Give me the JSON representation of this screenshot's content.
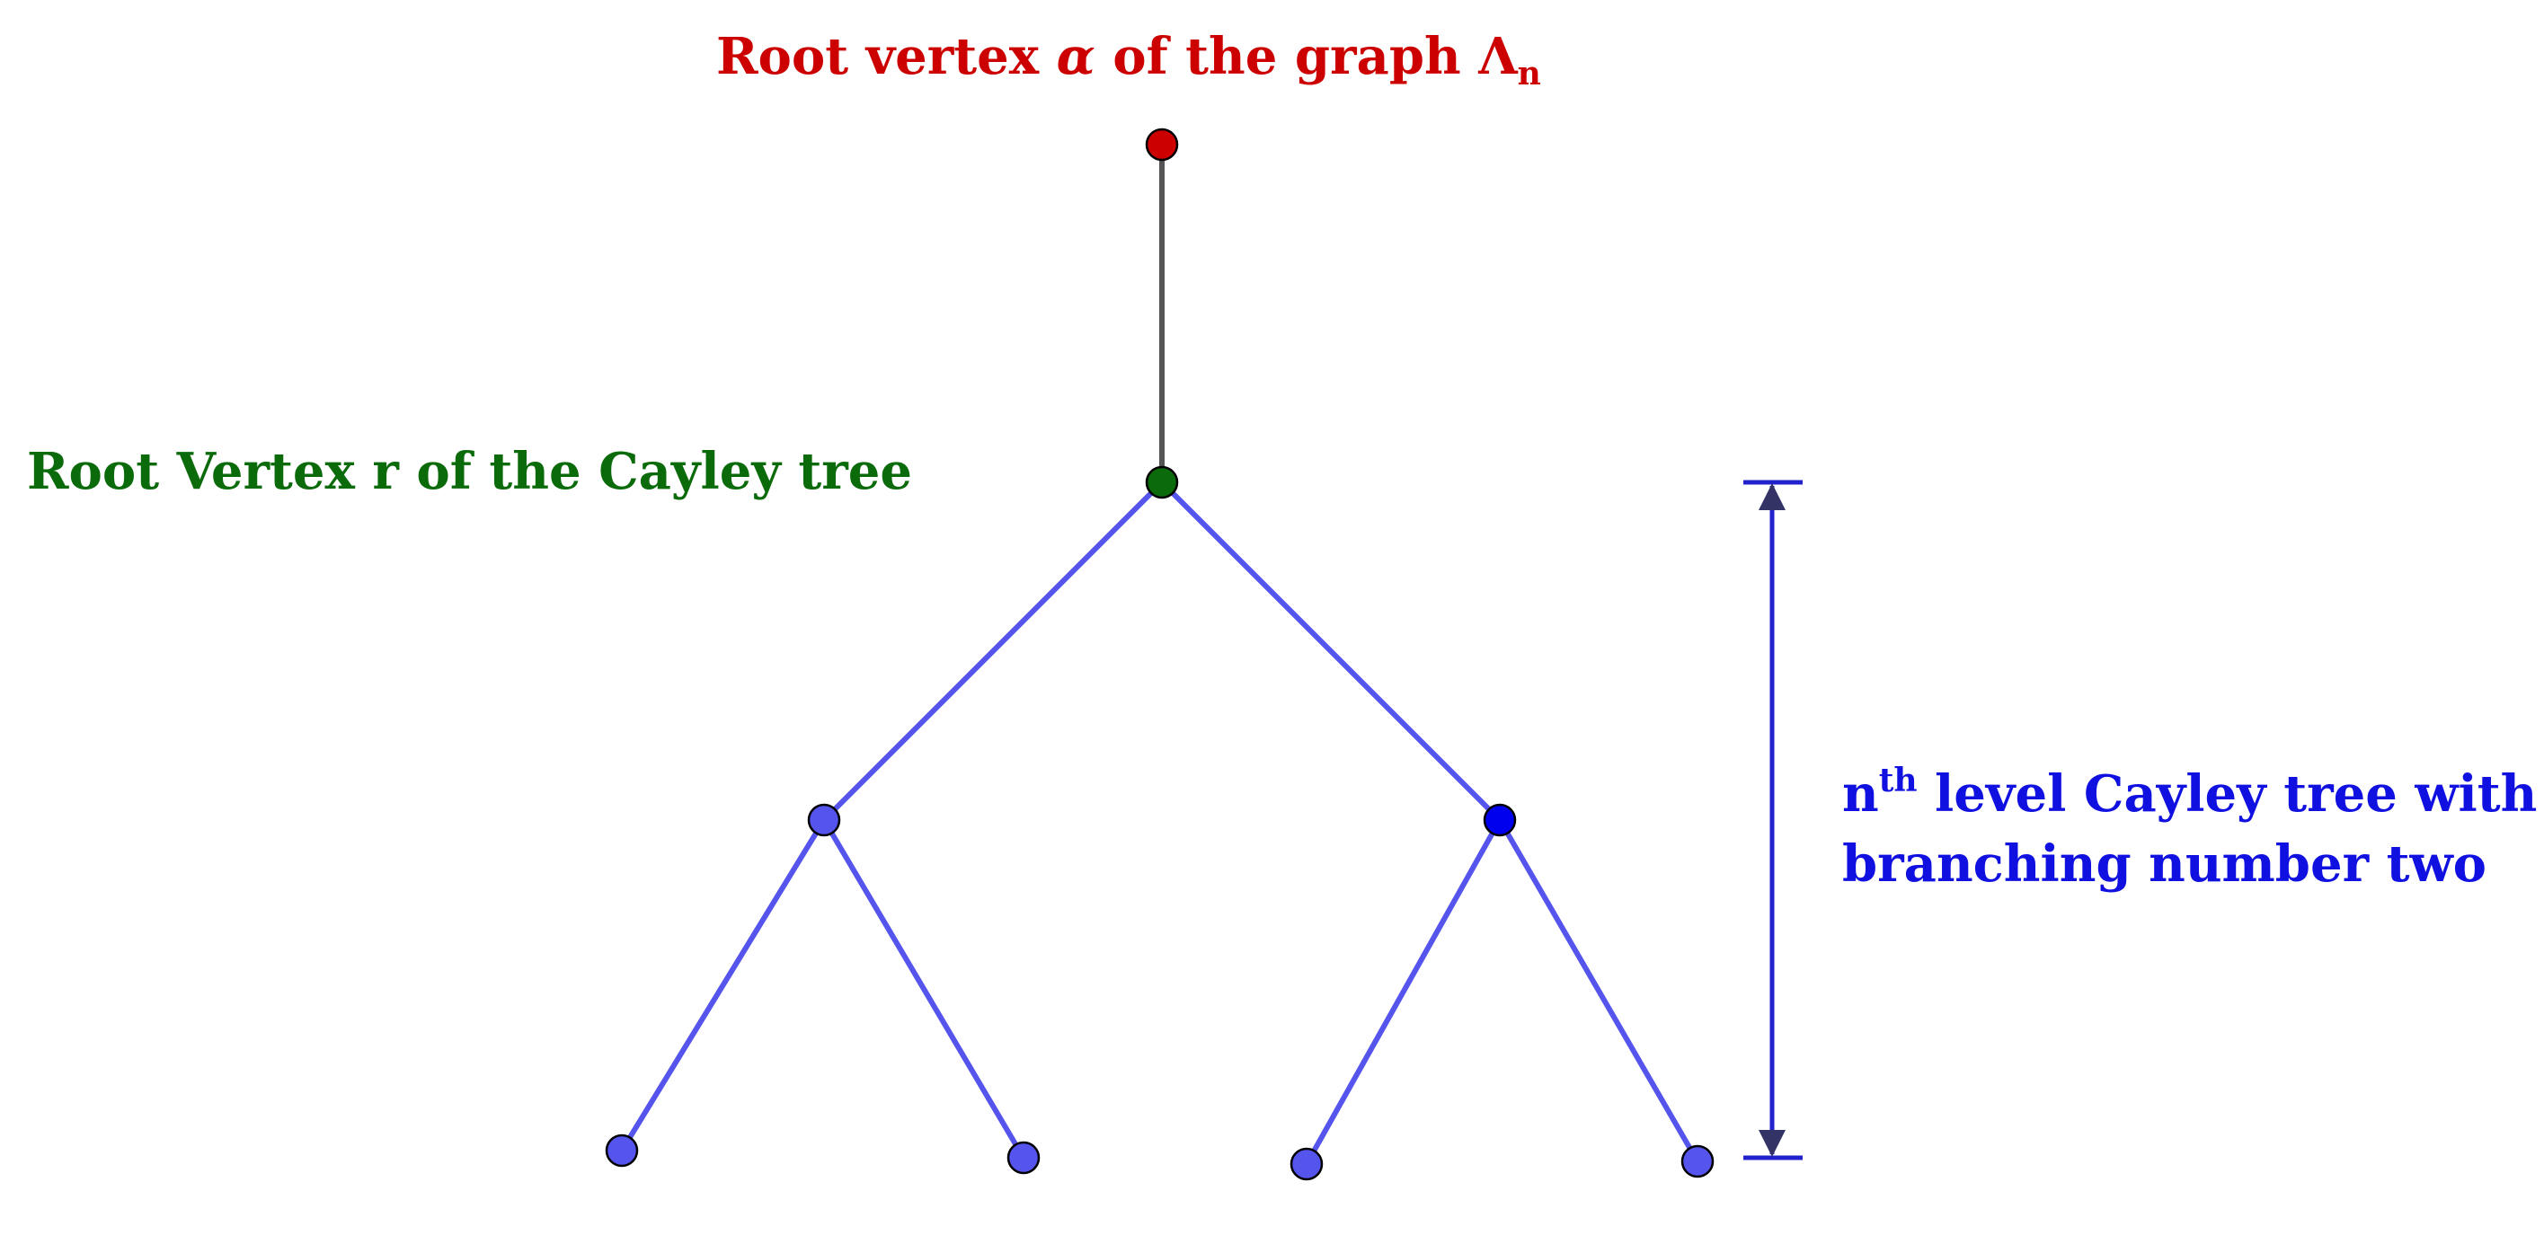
{
  "labels": {
    "alpha_root": {
      "prefix": "Root vertex ",
      "symbol": "α",
      "middle": " of the graph ",
      "graph_symbol": "Λ",
      "graph_subscript": "n",
      "color": "#cc0000"
    },
    "cayley_root": {
      "text": "Root Vertex r of the  Cayley tree",
      "color": "#0b6b0b"
    },
    "level": {
      "sup_base": "n",
      "sup": "th",
      "line1_rest": " level Cayley tree with",
      "line2": "branching number two",
      "color": "#1010e0"
    }
  },
  "colors": {
    "alpha_vertex": "#cc0000",
    "root_vertex": "#0b6b0b",
    "tree_vertex": "#5555ee",
    "highlight_vertex": "#0000ee",
    "tree_edge": "#5555ee",
    "stem_edge": "#555555",
    "measure": "#2222cc",
    "outline": "#000000"
  },
  "graph": {
    "vertices": [
      {
        "id": "alpha",
        "role": "alpha"
      },
      {
        "id": "r",
        "role": "root"
      },
      {
        "id": "l1a",
        "role": "tree"
      },
      {
        "id": "l1b",
        "role": "highlight"
      },
      {
        "id": "l2a",
        "role": "tree"
      },
      {
        "id": "l2b",
        "role": "tree"
      },
      {
        "id": "l2c",
        "role": "tree"
      },
      {
        "id": "l2d",
        "role": "tree"
      }
    ],
    "edges": [
      {
        "from": "alpha",
        "to": "r",
        "kind": "stem"
      },
      {
        "from": "r",
        "to": "l1a",
        "kind": "tree"
      },
      {
        "from": "r",
        "to": "l1b",
        "kind": "tree"
      },
      {
        "from": "l1a",
        "to": "l2a",
        "kind": "tree"
      },
      {
        "from": "l1a",
        "to": "l2b",
        "kind": "tree"
      },
      {
        "from": "l1b",
        "to": "l2c",
        "kind": "tree"
      },
      {
        "from": "l1b",
        "to": "l2d",
        "kind": "tree"
      }
    ]
  }
}
